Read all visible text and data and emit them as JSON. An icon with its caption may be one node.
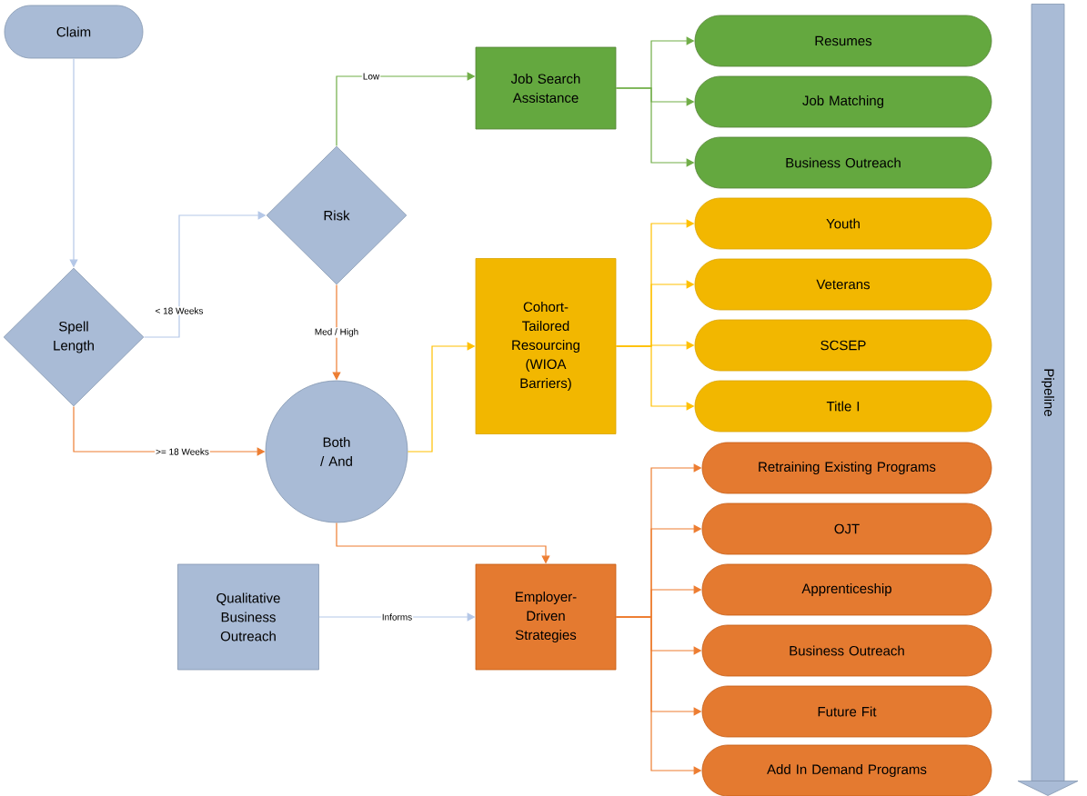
{
  "diagram": {
    "nodes": [
      {
        "text": [
          "Claim"
        ]
      },
      {
        "text": [
          "Spell Length"
        ]
      },
      {
        "text": [
          "Risk"
        ]
      },
      {
        "text": [
          "Both / And"
        ]
      },
      {
        "text": [
          "Qualitative Business Outreach"
        ]
      },
      {
        "text": [
          "Job Search Assistance"
        ]
      },
      {
        "text": [
          "Cohort-Tailored Resourcing (WIOA Barriers)"
        ]
      },
      {
        "text": [
          "Employer-Driven Strategies"
        ]
      },
      {
        "text": [
          "Resumes"
        ]
      },
      {
        "text": [
          "Job Matching"
        ]
      },
      {
        "text": [
          "Business Outreach"
        ]
      },
      {
        "text": [
          "Youth"
        ]
      },
      {
        "text": [
          "Veterans"
        ]
      },
      {
        "text": [
          "SCSEP"
        ]
      },
      {
        "text": [
          "Title I"
        ]
      },
      {
        "text": [
          "Retraining Existing Programs"
        ]
      },
      {
        "text": [
          "OJT"
        ]
      },
      {
        "text": [
          "Apprenticeship"
        ]
      },
      {
        "text": [
          "Business Outreach"
        ]
      },
      {
        "text": [
          "Future Fit"
        ]
      },
      {
        "text": [
          "Add In Demand Programs"
        ]
      },
      {
        "text": [
          "Pipeline"
        ]
      }
    ],
    "edges": [
      {
        "from": 0,
        "to": 1,
        "arrow": "to",
        "color": "#b4c7e7"
      },
      {
        "from": 1,
        "to": 2,
        "arrow": "to",
        "label": "< 18 Weeks",
        "color": "#b4c7e7"
      },
      {
        "from": 1,
        "to": 3,
        "arrow": "to",
        "label": ">= 18 Weeks",
        "color": "#ed7d31"
      },
      {
        "from": 2,
        "to": 5,
        "arrow": "to",
        "label": "Low",
        "color": "#70ad47"
      },
      {
        "from": 2,
        "to": 3,
        "arrow": "to",
        "label": "Med / High",
        "color": "#ed7d31"
      },
      {
        "from": 3,
        "to": 6,
        "arrow": "to",
        "color": "#ffc000"
      },
      {
        "from": 3,
        "to": 7,
        "arrow": "to",
        "color": "#ed7d31"
      },
      {
        "from": 4,
        "to": 7,
        "arrow": "to",
        "label": "Informs",
        "color": "#b4c7e7"
      },
      {
        "from": 5,
        "to": 8,
        "arrow": "to",
        "color": "#70ad47"
      },
      {
        "from": 5,
        "to": 9,
        "arrow": "to",
        "color": "#70ad47"
      },
      {
        "from": 5,
        "to": 10,
        "arrow": "to",
        "color": "#70ad47"
      },
      {
        "from": 6,
        "to": 11,
        "arrow": "to",
        "color": "#ffc000"
      },
      {
        "from": 6,
        "to": 12,
        "arrow": "to",
        "color": "#ffc000"
      },
      {
        "from": 6,
        "to": 13,
        "arrow": "to",
        "color": "#ffc000"
      },
      {
        "from": 6,
        "to": 14,
        "arrow": "to",
        "color": "#ffc000"
      },
      {
        "from": 7,
        "to": 15,
        "arrow": "to",
        "color": "#ed7d31"
      },
      {
        "from": 7,
        "to": 16,
        "arrow": "to",
        "color": "#ed7d31"
      },
      {
        "from": 7,
        "to": 17,
        "arrow": "to",
        "color": "#ed7d31"
      },
      {
        "from": 7,
        "to": 18,
        "arrow": "to",
        "color": "#ed7d31"
      },
      {
        "from": 7,
        "to": 19,
        "arrow": "to",
        "color": "#ed7d31"
      },
      {
        "from": 7,
        "to": 20,
        "arrow": "to",
        "color": "#ed7d31"
      }
    ]
  }
}
